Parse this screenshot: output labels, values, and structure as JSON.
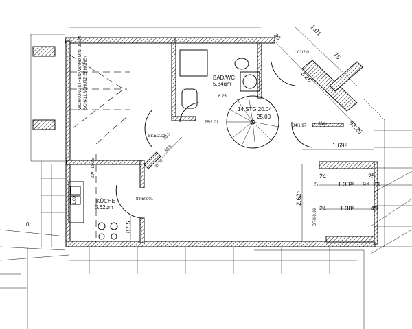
{
  "rooms": {
    "bath": {
      "name": "BAD/WC",
      "area": "5.34qm"
    },
    "kitchen": {
      "name": "KÜCHE",
      "area": "5.62qm"
    }
  },
  "notes": {
    "partition_wall_line1": "WOHNUNGSTRENNWAND MIN. 20CM",
    "partition_wall_line2": "SCHALLSCHUTZ ERHÖHEN",
    "zw_line": "ZW - LINIE",
    "stair_line1": "14  STG  20.04",
    "stair_line2": "25.00",
    "lw": "LW",
    "brh": "BRH 0.39",
    "corner": "0"
  },
  "doors": {
    "d1": "1.01/2.01",
    "bath": "76/2.01",
    "right": "84/1.97",
    "hall": "88.5/2.01",
    "kitchen": "88.5/2.01"
  },
  "dimensions": {
    "d30": "30",
    "d101": "1.01",
    "d75": "75",
    "d326": "3.26",
    "d625": "6.25",
    "d9325": "93.25",
    "d1695": "1.69⁵",
    "d2625": "2.62⁵",
    "d24a": "24",
    "d25": "25",
    "d5": "5",
    "d13025": "1.30²⁵",
    "d9": "9",
    "d8": "8",
    "d23": "23",
    "d24b": "24",
    "d1385": "1.38⁵",
    "d49": "49",
    "d335": "33.5",
    "d885": "88.5",
    "d3575": "35.75",
    "d875": "87.5",
    "d100": "1.00"
  }
}
